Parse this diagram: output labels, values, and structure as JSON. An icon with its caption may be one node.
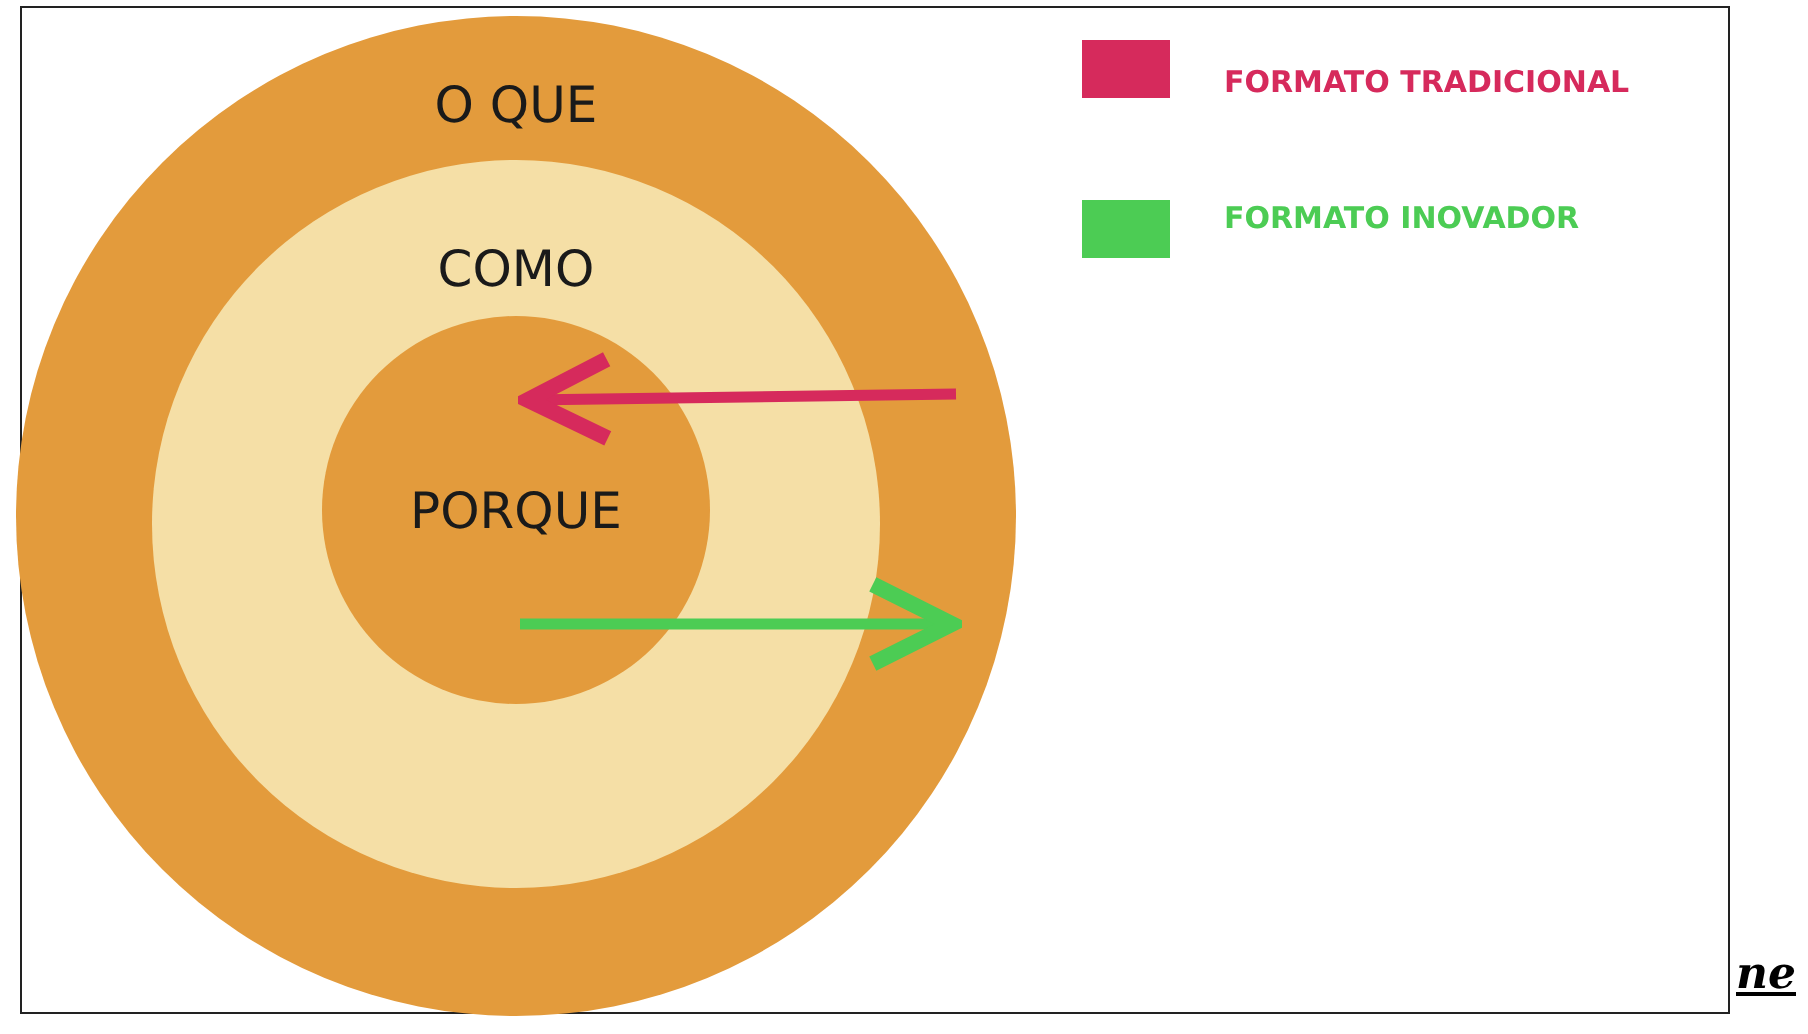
{
  "diagram": {
    "nodes": [
      {
        "text": [
          "O QUE"
        ]
      },
      {
        "text": [
          "COMO"
        ],
        "in": 0
      },
      {
        "text": [
          "PORQUE"
        ],
        "in": 1
      }
    ],
    "edges": [
      {
        "from": 0,
        "to": 2,
        "arrow": "to",
        "color": "#d62a5c"
      },
      {
        "from": 2,
        "to": 0,
        "arrow": "to",
        "color": "#4ccc54"
      }
    ],
    "labels": [
      "ne"
    ],
    "legend": [
      {
        "text": "FORMATO TRADICIONAL",
        "color": "#d62a5c"
      },
      {
        "text": "FORMATO INOVADOR",
        "color": "#4ccc54"
      }
    ]
  }
}
